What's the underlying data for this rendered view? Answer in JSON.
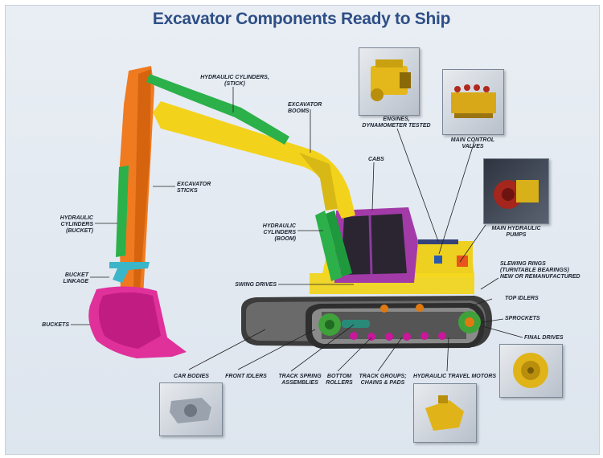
{
  "title": "Excavator Components Ready to Ship",
  "labels": {
    "hyd_stick": "HYDRAULIC CYLINDERS,\n(STICK)",
    "booms": "EXCAVATOR BOOMS",
    "engines": "ENGINES,\nDYNAMOMETER TESTED",
    "control_valves": "MAIN CONTROL VALVES",
    "cabs": "CABS",
    "sticks": "EXCAVATOR\nSTICKS",
    "hyd_bucket": "HYDRAULIC\nCYLINDERS\n(BUCKET)",
    "hyd_boom": "HYDRAULIC\nCYLINDERS\n(BOOM)",
    "pumps": "MAIN HYDRAULIC PUMPS",
    "bucket_linkage": "BUCKET\nLINKAGE",
    "slewing": "SLEWING RINGS\n(TURNTABLE BEARINGS)\nNEW OR REMANUFACTURED",
    "swing_drives": "SWING DRIVES",
    "top_idlers": "TOP IDLERS",
    "buckets": "BUCKETS",
    "sprockets": "SPROCKETS",
    "final_drives": "FINAL DRIVES",
    "car_bodies": "CAR BODIES",
    "front_idlers": "FRONT IDLERS",
    "track_spring": "TRACK SPRING\nASSEMBLIES",
    "bottom_rollers": "BOTTOM\nROLLERS",
    "track_groups": "TRACK GROUPS;\nCHAINS & PADS",
    "travel_motors": "HYDRAULIC TRAVEL MOTORS"
  },
  "colors": {
    "title": "#2e4f86",
    "boom": "#f3d21c",
    "stick": "#f07a20",
    "cylinders": "#2bb04a",
    "bucket": "#e0309a",
    "cab": "#a23aa8",
    "track": "#4a4a4a",
    "idlers": "#e07a10",
    "body": "#e8c51a"
  },
  "icons": {
    "engine": "engine-photo",
    "valves": "control-valve-photo",
    "pump": "hydraulic-pump-photo",
    "final_drive": "final-drive-photo",
    "car_body": "car-body-photo",
    "travel_motor": "travel-motor-photo"
  }
}
